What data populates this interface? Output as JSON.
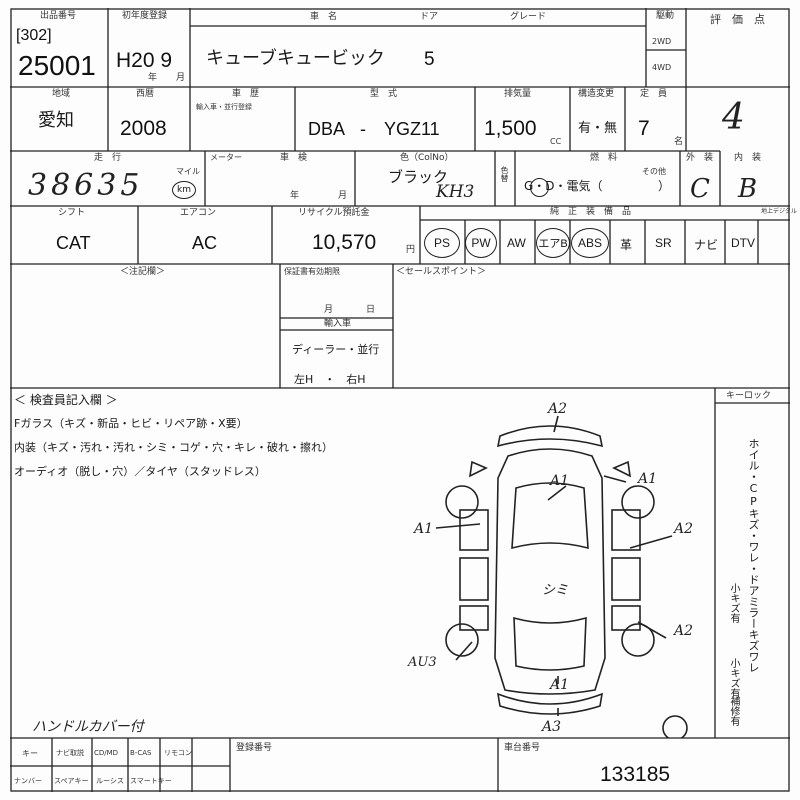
{
  "header": {
    "lot_label": "出品番号",
    "lot_venue": "[302]",
    "lot_number": "25001",
    "first_reg_label": "初年度登録",
    "first_reg_value": "H20 9",
    "first_reg_year_unit": "年",
    "first_reg_month_unit": "月",
    "car_name_label": "車　名",
    "door_label": "ドア",
    "grade_label": "グレード",
    "car_name": "キューブキュービック",
    "door_count": "5",
    "drive_label": "駆動",
    "drive_2wd": "2WD",
    "drive_4wd": "4WD",
    "score_label": "評　価　点",
    "score": "4"
  },
  "row2": {
    "region_label": "地域",
    "region": "愛知",
    "year_label": "西暦",
    "year": "2008",
    "imported_label": "車　歴",
    "imported_note": "輸入車・並行登録",
    "model_label": "型　式",
    "model_prefix": "DBA",
    "model_dash": "-",
    "model_code": "YGZ11",
    "cc_label": "排気量",
    "cc": "1,500",
    "cc_unit": "CC",
    "modify_label": "構造変更",
    "modify_value": "有・無",
    "seats_label": "定　員",
    "seats": "7",
    "seats_unit": "名"
  },
  "row3": {
    "mileage_label": "走　行",
    "mileage": "38635",
    "mileage_unit_mile": "マイル",
    "mileage_unit_km": "km",
    "meter_label": "メーター",
    "inspection_label": "車　検",
    "inspection_year": "年",
    "inspection_month": "月",
    "color_label": "色（ColNo）",
    "color": "ブラック",
    "color_code": "KH3",
    "color_change_label": "色替",
    "fuel_label": "燃　料",
    "fuel_options": "G・D・電気（",
    "fuel_other": "その他",
    "fuel_close": "）",
    "exterior_label": "外　装",
    "exterior": "C",
    "interior_label": "内　装",
    "interior": "B"
  },
  "row4": {
    "shift_label": "シフト",
    "shift": "CAT",
    "ac_label": "エアコン",
    "ac": "AC",
    "recycle_label": "リサイクル預託金",
    "recycle": "10,570",
    "recycle_unit": "円",
    "equipment_label": "純　正　装　備　品",
    "equipment": [
      "PS",
      "PW",
      "AW",
      "エアB",
      "ABS",
      "革",
      "SR",
      "ナビ",
      "DTV"
    ],
    "equipment_circled": [
      "PS",
      "PW",
      "エアB",
      "ABS"
    ],
    "satellite_label": "地上デジタル"
  },
  "mid": {
    "history_label": "＜注記欄＞",
    "warranty_label": "保証書有効期限",
    "month_label": "月",
    "day_label": "日",
    "import_label": "輸入車",
    "import_dealer": "ディーラー・並行",
    "import_side": "左H　・　右H",
    "sales_point_label": "＜セールスポイント＞"
  },
  "inspector": {
    "title": "＜ 検査員記入欄 ＞",
    "line1": "Fガラス（キズ・新品・ヒビ・リペア跡・X要）",
    "line2": "内装（キズ・汚れ・汚れ・シミ・コゲ・穴・キレ・破れ・擦れ）",
    "line3": "オーディオ（脱し・穴）／タイヤ（スタッドレス）",
    "key_label": "キーロック",
    "side_notes": "ホイル・CPキズ・ワレ・ドアミラーキズワレ",
    "side_small1": "小キズ有",
    "side_small2": "小キズ有",
    "repair_label": "補修有"
  },
  "diagram": {
    "marks": [
      "A2",
      "A1",
      "A1",
      "A2",
      "A1",
      "シミ",
      "A2",
      "AU3",
      "A1",
      "A3"
    ]
  },
  "footer": {
    "handwritten_note": "ハンドルカバー付",
    "opt_row1": [
      "キー",
      "ナビ取説",
      "CD/MD",
      "B-CAS",
      "リモコン"
    ],
    "opt_row2": [
      "ナンバー",
      "スペアキー",
      "ルーシス",
      "スマートキー"
    ],
    "reg_no_label": "登録番号",
    "chassis_label": "車台番号",
    "chassis_no": "133185"
  }
}
